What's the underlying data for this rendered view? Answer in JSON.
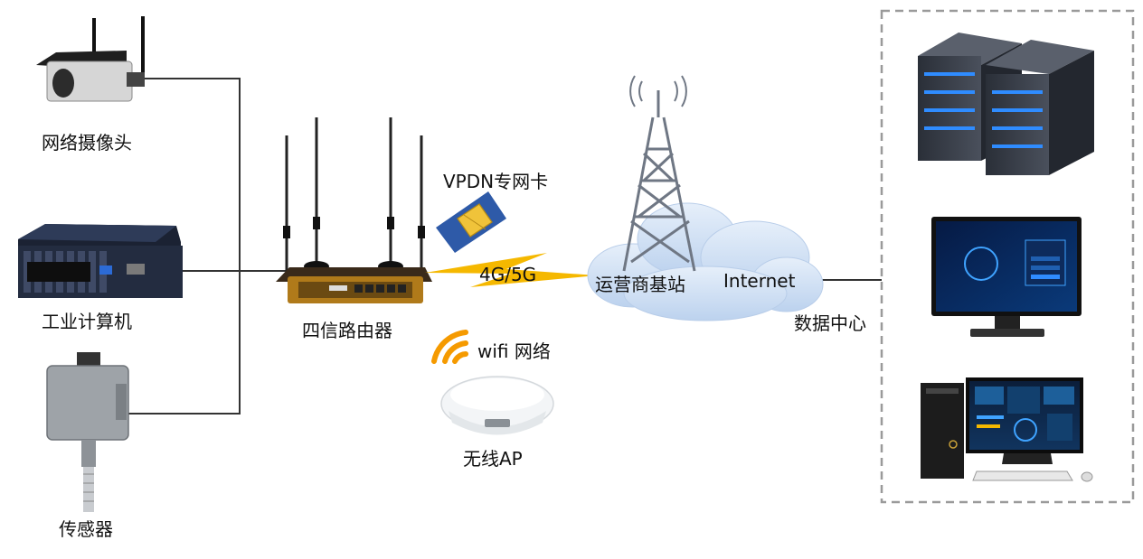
{
  "devices": {
    "camera_label": "网络摄像头",
    "computer_label": "工业计算机",
    "sensor_label": "传感器",
    "router_label": "四信路由器",
    "sim_label": "VPDN专网卡",
    "link_label": "4G/5G",
    "wifi_label": "wifi 网络",
    "ap_label": "无线AP",
    "base_station_label": "运营商基站",
    "internet_label": "Internet",
    "datacenter_label": "数据中心"
  },
  "colors": {
    "line": "#333333",
    "lightning": "#f5b800",
    "wifi": "#f59a00",
    "cloud": "#cfe0f5",
    "server_led": "#2f8cff",
    "border_dash": "#9a9a9a"
  }
}
